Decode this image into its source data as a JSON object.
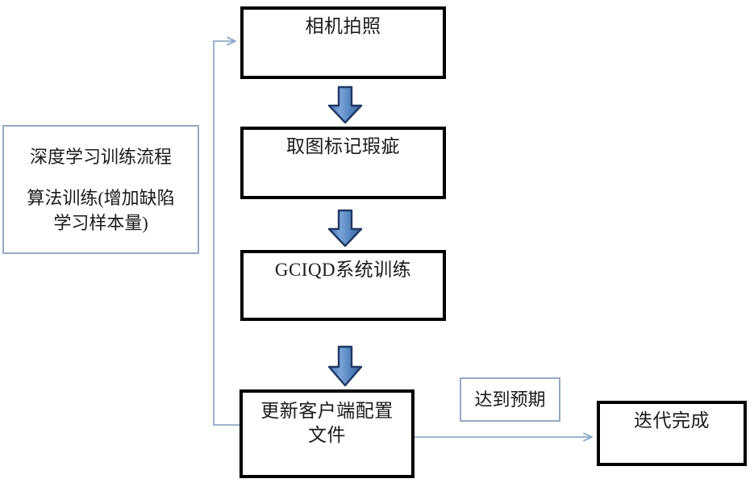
{
  "diagram": {
    "title_note": {
      "line1": "深度学习训练流程",
      "line2": "算法训练(增加缺陷\n学习样本量)"
    },
    "process_boxes": [
      {
        "id": "camera-capture",
        "label": "相机拍照"
      },
      {
        "id": "image-defect-marking",
        "label": "取图标记瑕疵"
      },
      {
        "id": "gciqd-system-training",
        "label": "GCIQD系统训练"
      },
      {
        "id": "update-client-config",
        "label": "更新客户端配置\n文件"
      },
      {
        "id": "iteration-complete",
        "label": "迭代完成"
      }
    ],
    "edge_labels": [
      {
        "id": "meets-expectation",
        "label": "达到预期"
      }
    ],
    "arrows": {
      "block_arrow_icon": "down-block-arrow",
      "connector_icon": "line-arrow",
      "feedback_icon": "feedback-loop-arrow"
    },
    "colors": {
      "box_border": "#000000",
      "note_border": "#95a9c4",
      "arrow_fill_light": "#6f9bd1",
      "arrow_fill_dark": "#3f6fab",
      "arrow_outline": "#1f3864",
      "connector_line": "#8ea9c8",
      "text": "#1a1a1a",
      "background": "#ffffff"
    }
  }
}
